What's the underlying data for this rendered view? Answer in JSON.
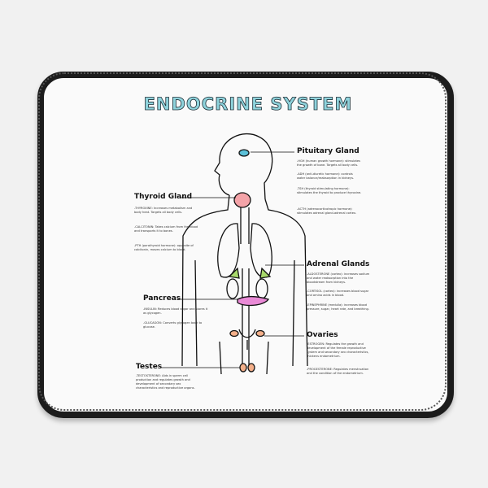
{
  "title": "ENDOCRINE SYSTEM",
  "glands": {
    "pituitary": {
      "heading": "Pituitary Gland",
      "notes": [
        "-HGH (human growth hormone): stimulates the growth of bone. Targets all body cells.",
        "-ADH (anti-diuretic hormone): controls water balance/reabsorption in kidneys.",
        "-TSH (thyroid stimulating hormone): stimulates the thyroid to produce thyroxine.",
        "-ACTH (adrenocorticotropic hormone): stimulates adrenal gland-adrenal cortex."
      ]
    },
    "thyroid": {
      "heading": "Thyroid Gland",
      "notes": [
        "-THYROXINE: Increases metabolism and body heat. Targets all body cells.",
        "-CALCITONIN: Takes calcium from the blood and transports it to bones.",
        "-PTH (parathyroid hormone): opposite of calcitonin, moves calcium to blood."
      ]
    },
    "adrenal": {
      "heading": "Adrenal Glands",
      "notes": [
        "-ALDOSTERONE (cortex): increases sodium and water reabsorption into the bloodstream from kidneys.",
        "-CORTISOL (cortex): increases blood sugar and amino acids in blood.",
        "-EPINEPHRINE (medulla): increases blood pressure, sugar, heart rate, and breathing."
      ]
    },
    "pancreas": {
      "heading": "Pancreas",
      "notes": [
        "-INSULIN: Reduces blood sugar and stores it as glycogen.",
        "-GLUCAGON: Converts glycogen back to glucose."
      ]
    },
    "ovaries": {
      "heading": "Ovaries",
      "notes": [
        "-ESTROGEN: Regulates the growth and development of the female reproductive system and secondary sex characteristics, thickens endometrium.",
        "-PROGESTERONE: Regulates menstruation and the condition of the endometrium."
      ]
    },
    "testes": {
      "heading": "Testes",
      "notes": [
        "-TESTOSTERONE: Aids in sperm cell production and regulates growth and development of secondary sex characteristics and reproductive organs."
      ]
    }
  },
  "colors": {
    "title": "#8fd3dc",
    "pituitary": "#5bc0d8",
    "thyroid": "#f4a3a8",
    "adrenal": "#a8d96b",
    "pancreas": "#e98ad6",
    "ovaries": "#f5b08a"
  }
}
